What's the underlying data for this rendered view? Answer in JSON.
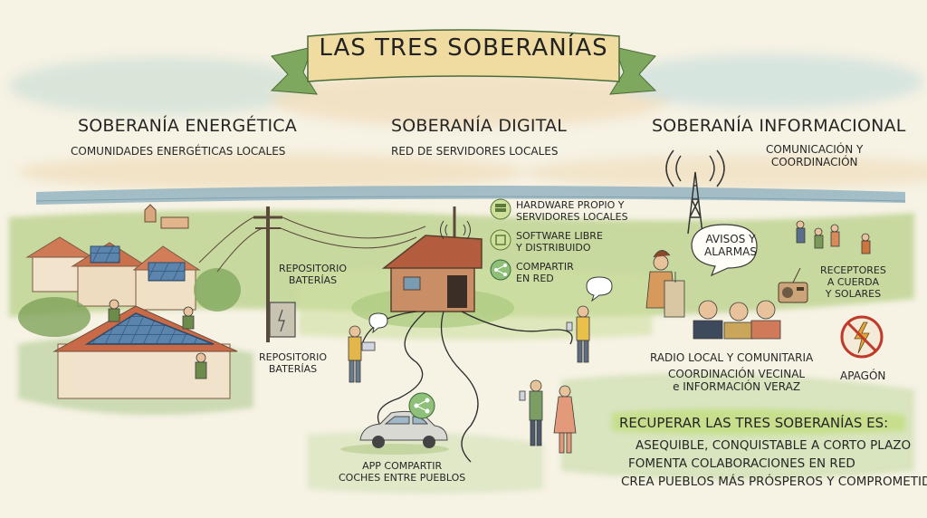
{
  "title": "LAS TRES SOBERANÍAS",
  "sections": {
    "energy": {
      "heading": "SOBERANÍA ENERGÉTICA",
      "subheading": "COMUNIDADES ENERGÉTICAS LOCALES",
      "label_battery_top": "REPOSITORIO\nBATERÍAS",
      "label_battery_bottom": "REPOSITORIO\nBATERÍAS"
    },
    "digital": {
      "heading": "SOBERANÍA DIGITAL",
      "subheading": "RED DE SERVIDORES LOCALES",
      "features": [
        {
          "icon": "server-icon",
          "label": "HARDWARE PROPIO Y\nSERVIDORES LOCALES"
        },
        {
          "icon": "chip-icon",
          "label": "SOFTWARE LIBRE\nY DISTRIBUIDO"
        },
        {
          "icon": "share-icon",
          "label": "COMPARTIR\nEN RED"
        }
      ],
      "car_label": "APP COMPARTIR\nCOCHES ENTRE PUEBLOS"
    },
    "info": {
      "heading": "SOBERANÍA INFORMACIONAL",
      "subheading": "COMUNICACIÓN Y\nCOORDINACIÓN",
      "speech": "AVISOS Y\nALARMAS",
      "receivers": "RECEPTORES\nA CUERDA\nY SOLARES",
      "radio": "RADIO LOCAL Y COMUNITARIA",
      "coordination": "COORDINACIÓN VECINAL\ne INFORMACIÓN VERAZ",
      "blackout": "APAGÓN"
    }
  },
  "conclusion": {
    "title": "RECUPERAR LAS TRES SOBERANÍAS ES:",
    "items": [
      "ASEQUIBLE, CONQUISTABLE A CORTO PLAZO",
      "FOMENTA COLABORACIONES EN RED",
      "CREA PUEBLOS MÁS PRÓSPEROS Y COMPROMETIDOS"
    ]
  }
}
